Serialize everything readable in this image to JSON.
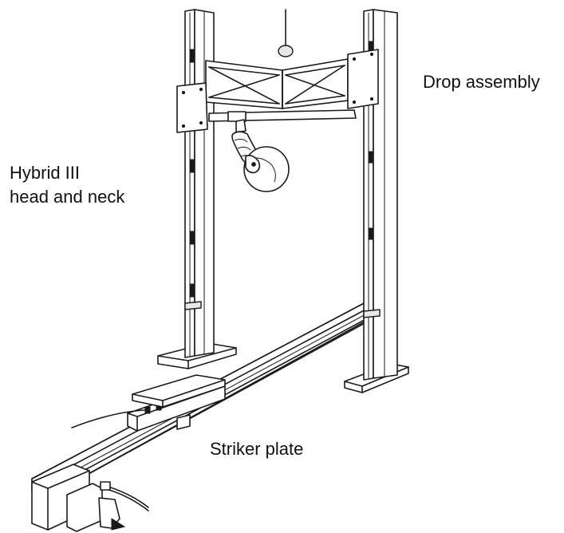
{
  "labels": {
    "drop_assembly": "Drop assembly",
    "head_neck_line1": "Hybrid III",
    "head_neck_line2": "head and neck",
    "striker_plate": "Striker plate"
  },
  "colors": {
    "ink": "#1a1a1a",
    "background": "#ffffff"
  }
}
